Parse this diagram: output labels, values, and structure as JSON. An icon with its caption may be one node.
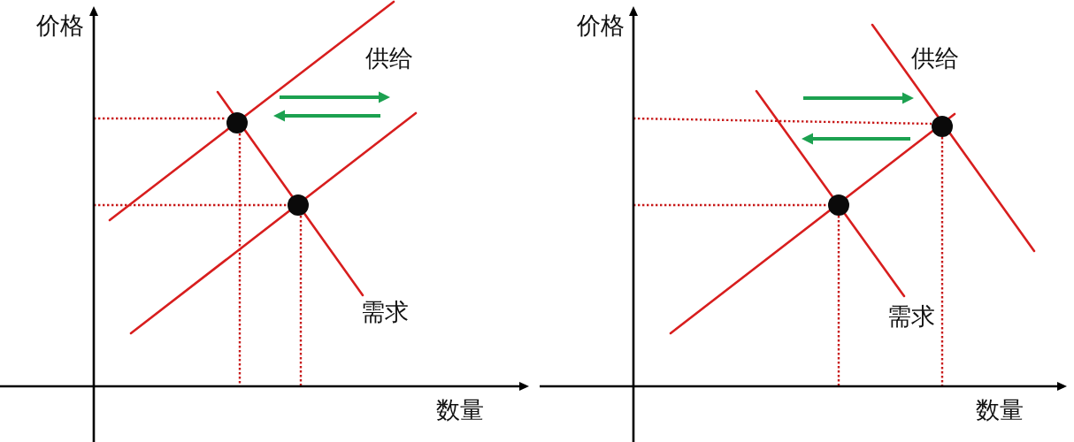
{
  "diagram": {
    "labels": [
      "价格",
      "供给",
      "需求",
      "数量",
      "价格",
      "供给",
      "需求",
      "数量"
    ]
  }
}
